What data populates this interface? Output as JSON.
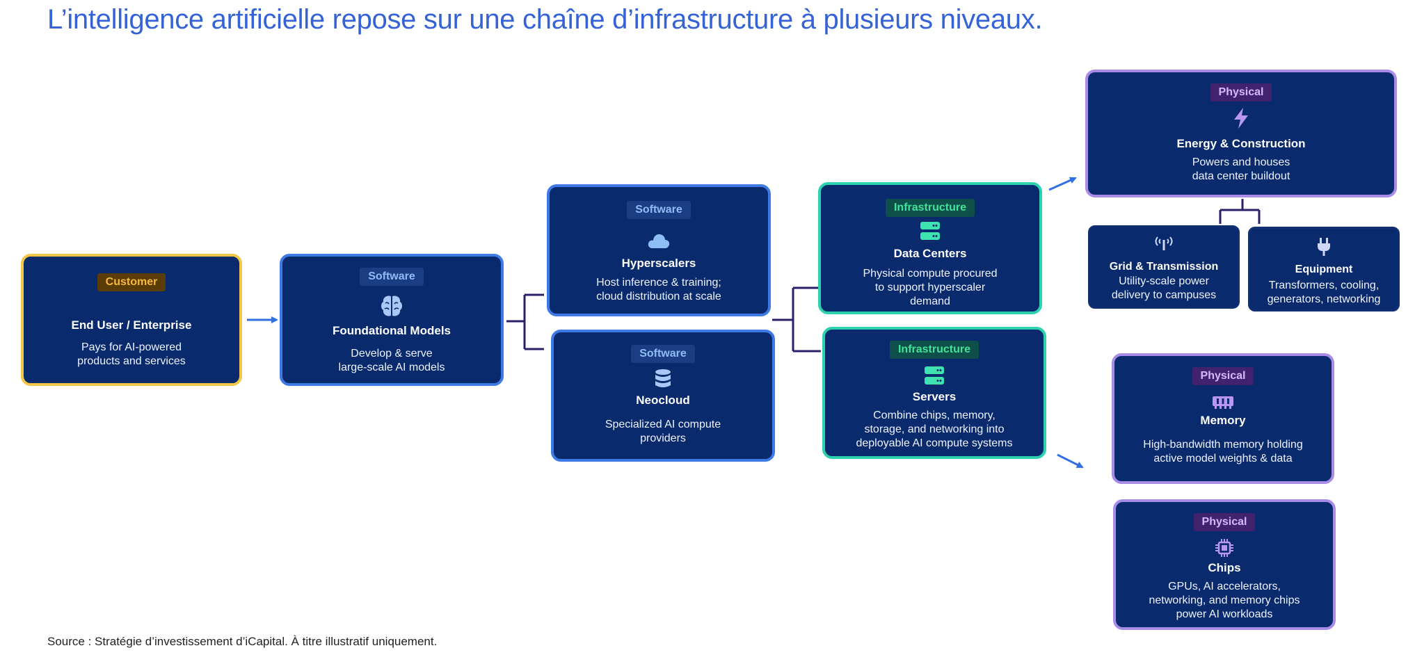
{
  "title": "L’intelligence artificielle repose sur une chaîne d’infrastructure à plusieurs niveaux.",
  "source": "Source : Stratégie d’investissement d’iCapital. À titre illustratif uniquement.",
  "colors": {
    "title": "#3563d6",
    "box_bg": "#0a2a6e",
    "customer": "#f3c645",
    "software": "#3d7ae6",
    "infrastructure": "#2bd2ad",
    "physical": "#a98be8",
    "connector": "#2b1f6b",
    "arrow": "#2f6fe0"
  },
  "nodes": {
    "end_user": {
      "badge": "Customer",
      "name": "End User / Enterprise",
      "desc1": "Pays for AI-powered",
      "desc2": "products and services"
    },
    "foundational": {
      "badge": "Software",
      "icon": "brain-icon",
      "name": "Foundational Models",
      "desc1": "Develop & serve",
      "desc2": "large-scale AI models"
    },
    "hyperscalers": {
      "badge": "Software",
      "icon": "cloud-icon",
      "name": "Hyperscalers",
      "desc1": "Host inference & training;",
      "desc2": "cloud distribution at scale"
    },
    "neocloud": {
      "badge": "Software",
      "icon": "database-icon",
      "name": "Neocloud",
      "desc1": "Specialized AI compute",
      "desc2": "providers"
    },
    "data_centers": {
      "badge": "Infrastructure",
      "icon": "server-rack-icon",
      "name": "Data Centers",
      "desc1": "Physical compute procured",
      "desc2": "to support hyperscaler",
      "desc3": "demand"
    },
    "servers": {
      "badge": "Infrastructure",
      "icon": "server-icon",
      "name": "Servers",
      "desc1": "Combine chips, memory,",
      "desc2": "storage, and networking into",
      "desc3": "deployable AI compute systems"
    },
    "energy": {
      "badge": "Physical",
      "icon": "lightning-icon",
      "name": "Energy & Construction",
      "desc1": "Powers and houses",
      "desc2": "data center buildout"
    },
    "grid": {
      "icon": "antenna-icon",
      "name": "Grid & Transmission",
      "desc1": "Utility-scale power",
      "desc2": "delivery to campuses"
    },
    "equipment": {
      "icon": "plug-icon",
      "name": "Equipment",
      "desc1": "Transformers, cooling,",
      "desc2": "generators, networking"
    },
    "memory": {
      "badge": "Physical",
      "icon": "memory-chip-icon",
      "name": "Memory",
      "desc1": "High-bandwidth memory holding",
      "desc2": "active model weights & data"
    },
    "chips": {
      "badge": "Physical",
      "icon": "cpu-chip-icon",
      "name": "Chips",
      "desc1": "GPUs, AI accelerators,",
      "desc2": "networking, and memory chips",
      "desc3": "power AI workloads"
    }
  }
}
